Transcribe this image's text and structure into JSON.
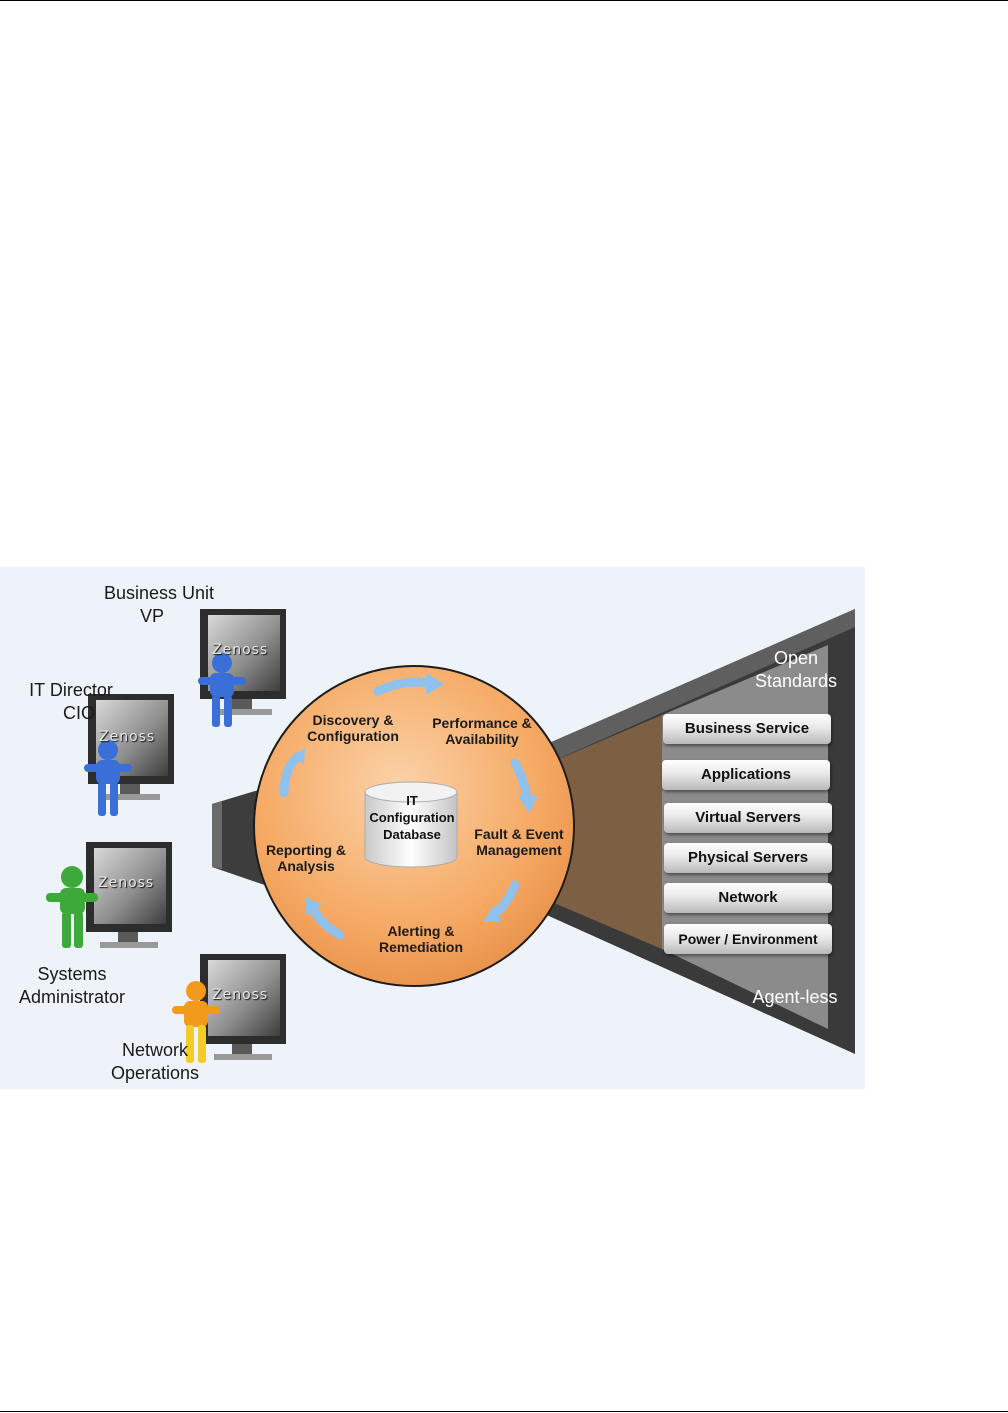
{
  "diagram": {
    "roles": [
      {
        "lines": [
          "Business Unit",
          "VP"
        ],
        "icon": "blue-person-icon",
        "color": "#3a6fd8"
      },
      {
        "lines": [
          "IT Director",
          "CIO"
        ],
        "icon": "blue-person-icon",
        "color": "#3a6fd8"
      },
      {
        "lines": [
          "Systems",
          "Administrator"
        ],
        "icon": "green-person-icon",
        "color": "#3ca93a"
      },
      {
        "lines": [
          "Network",
          "Operations"
        ],
        "icon": "orange-person-icon",
        "color": "#f39a1c"
      }
    ],
    "monitor_brand": "Zenoss",
    "cycle": {
      "steps": [
        {
          "lines": [
            "Discovery &",
            "Configuration"
          ]
        },
        {
          "lines": [
            "Performance &",
            "Availability"
          ]
        },
        {
          "lines": [
            "Fault & Event",
            "Management"
          ]
        },
        {
          "lines": [
            "Alerting &",
            "Remediation"
          ]
        },
        {
          "lines": [
            "Reporting &",
            "Analysis"
          ]
        }
      ],
      "center": {
        "lines": [
          "IT",
          "Configuration",
          "Database"
        ]
      },
      "colors": {
        "circle": "#f5a862",
        "arrow": "#8ec1ec"
      }
    },
    "side_labels": {
      "top": [
        "Open",
        "Standards"
      ],
      "bottom": [
        "Agent-less"
      ]
    },
    "layers": [
      "Business Service",
      "Applications",
      "Virtual Servers",
      "Physical Servers",
      "Network",
      "Power / Environment"
    ]
  }
}
